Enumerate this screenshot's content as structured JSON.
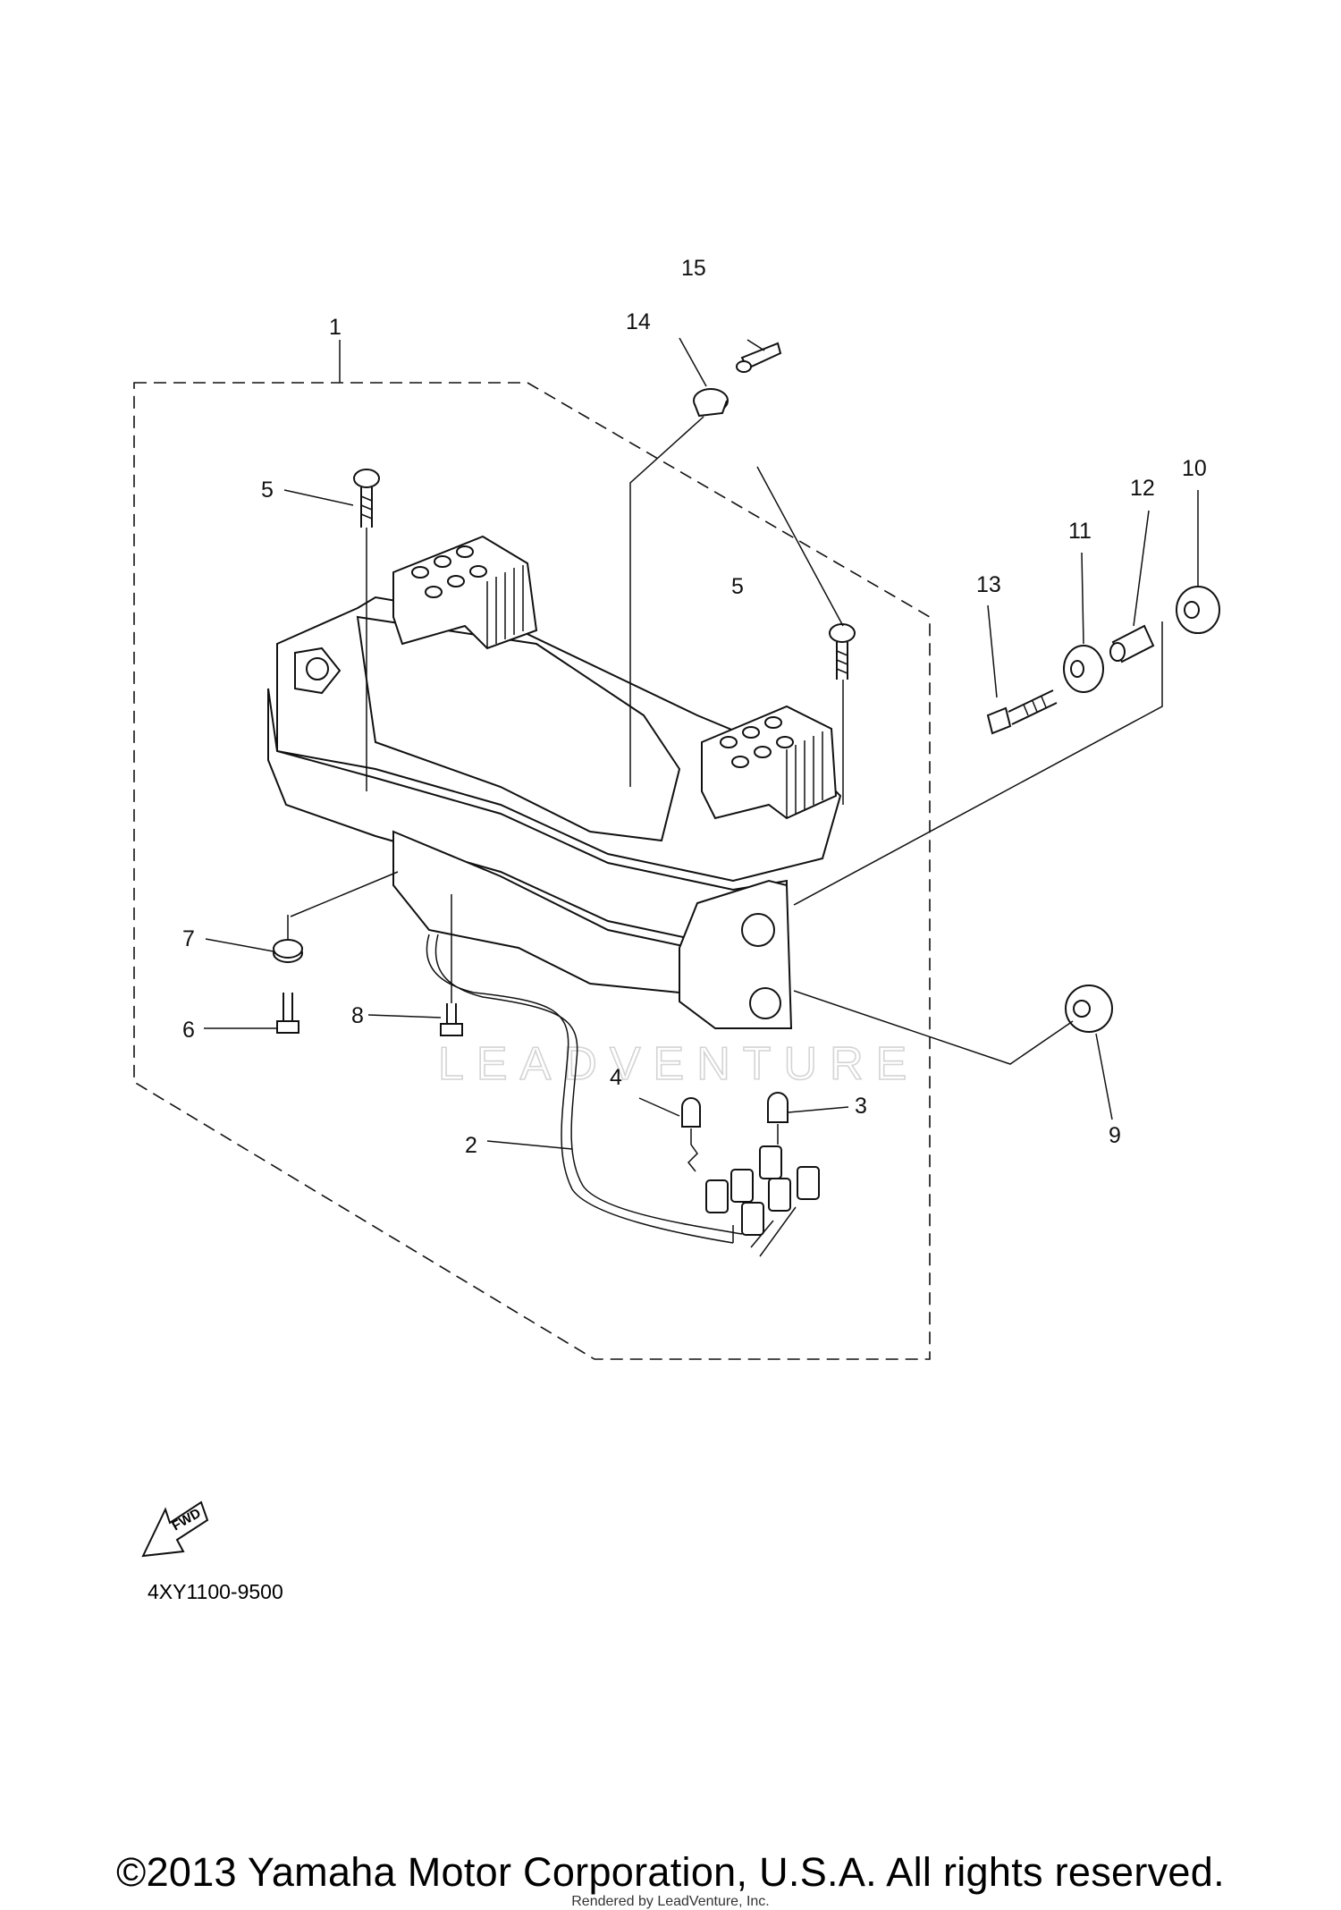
{
  "diagram": {
    "callouts": [
      "1",
      "2",
      "3",
      "4",
      "5",
      "5",
      "6",
      "7",
      "8",
      "9",
      "10",
      "11",
      "12",
      "13",
      "14",
      "15"
    ],
    "fwd_label": "FWD",
    "code": "4XY1100-9500",
    "watermark": "LEADVENTURE"
  },
  "footer": {
    "copyright": "©2013 Yamaha Motor Corporation, U.S.A. All rights reserved.",
    "rendered_by": "Rendered by LeadVenture, Inc."
  }
}
